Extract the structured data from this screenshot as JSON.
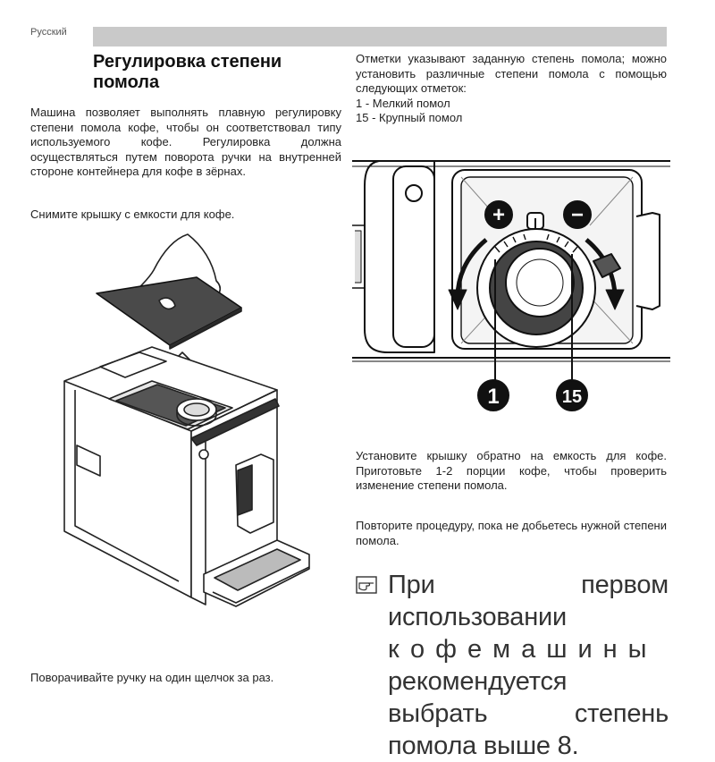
{
  "page": {
    "language_label": "Русский",
    "title": "Регулировка степени помола",
    "intro": "Машина позволяет выполнять плавную регулировку степени помола кофе, чтобы он соответствовал типу используемого кофе. Регулировка должна осуществляться путем поворота ручки на внутренней стороне контейнера для кофе в зёрнах.",
    "remove_lid": "Снимите крышку с емкости для кофе.",
    "turn_knob": "Поворачивайте ручку на один щелчок за раз.",
    "marks_intro": "Отметки указывают заданную степень помола; можно установить различные степени помола с помощью следующих отметок:",
    "mark_fine": "1 - Мелкий помол",
    "mark_coarse": "15 - Крупный помол",
    "replace_lid": "Установите крышку обратно на емкость для кофе. Приготовьте 1-2 порции кофе, чтобы проверить изменение степени помола.",
    "repeat": "Повторите процедуру, пока не добьетесь нужной степени помола.",
    "note_line1": "При первом использовании",
    "note_line2": "кофемашины",
    "note_line3": "рекомендуется выбрать степень помола выше 8."
  },
  "figure": {
    "plus_label": "+",
    "minus_label": "−",
    "callout_fine": "1",
    "callout_coarse": "15"
  },
  "colors": {
    "header_bar": "#c9c9c9",
    "text": "#222222",
    "callout": "#111111"
  },
  "icons": [
    "pointing-hand-icon"
  ]
}
